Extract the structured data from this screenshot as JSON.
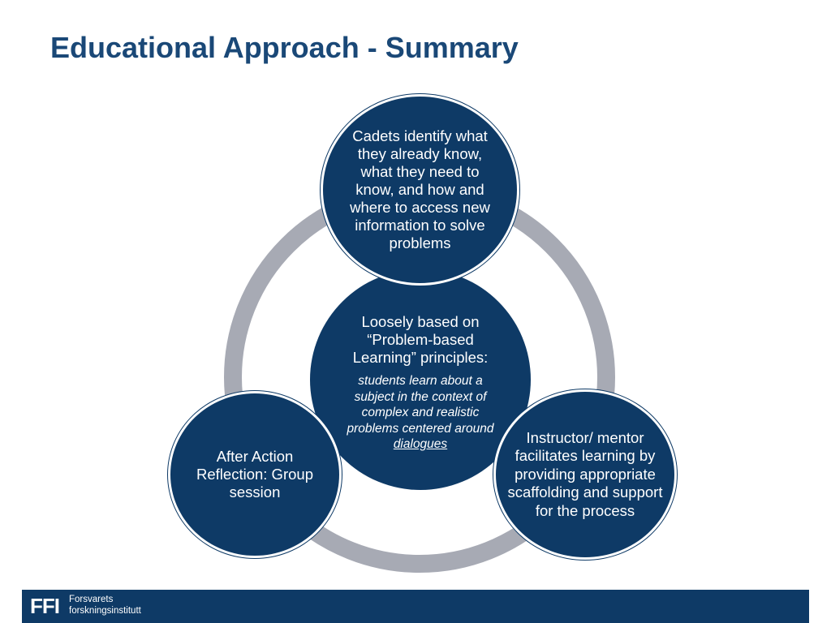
{
  "title": "Educational Approach - Summary",
  "diagram": {
    "top_circle": "Cadets identify what they already know, what they need to know, and how and where to access new information to solve problems",
    "center_circle": {
      "heading": "Loosely based on “Problem-based Learning” principles:",
      "body_prefix": "students learn about a subject in the context of complex and realistic problems centered around",
      "body_underlined": "dialogues"
    },
    "left_circle": "After Action Reflection: Group session",
    "right_circle": "Instructor/ mentor facilitates learning by providing appropriate scaffolding and support for the process"
  },
  "footer": {
    "logo": "FFI",
    "org_line1": "Forsvarets",
    "org_line2": "forskningsinstitutt"
  },
  "colors": {
    "circle_fill": "#0e3a66",
    "ring": "#a7aab4",
    "title": "#1a4877",
    "footer": "#0e3a66"
  }
}
